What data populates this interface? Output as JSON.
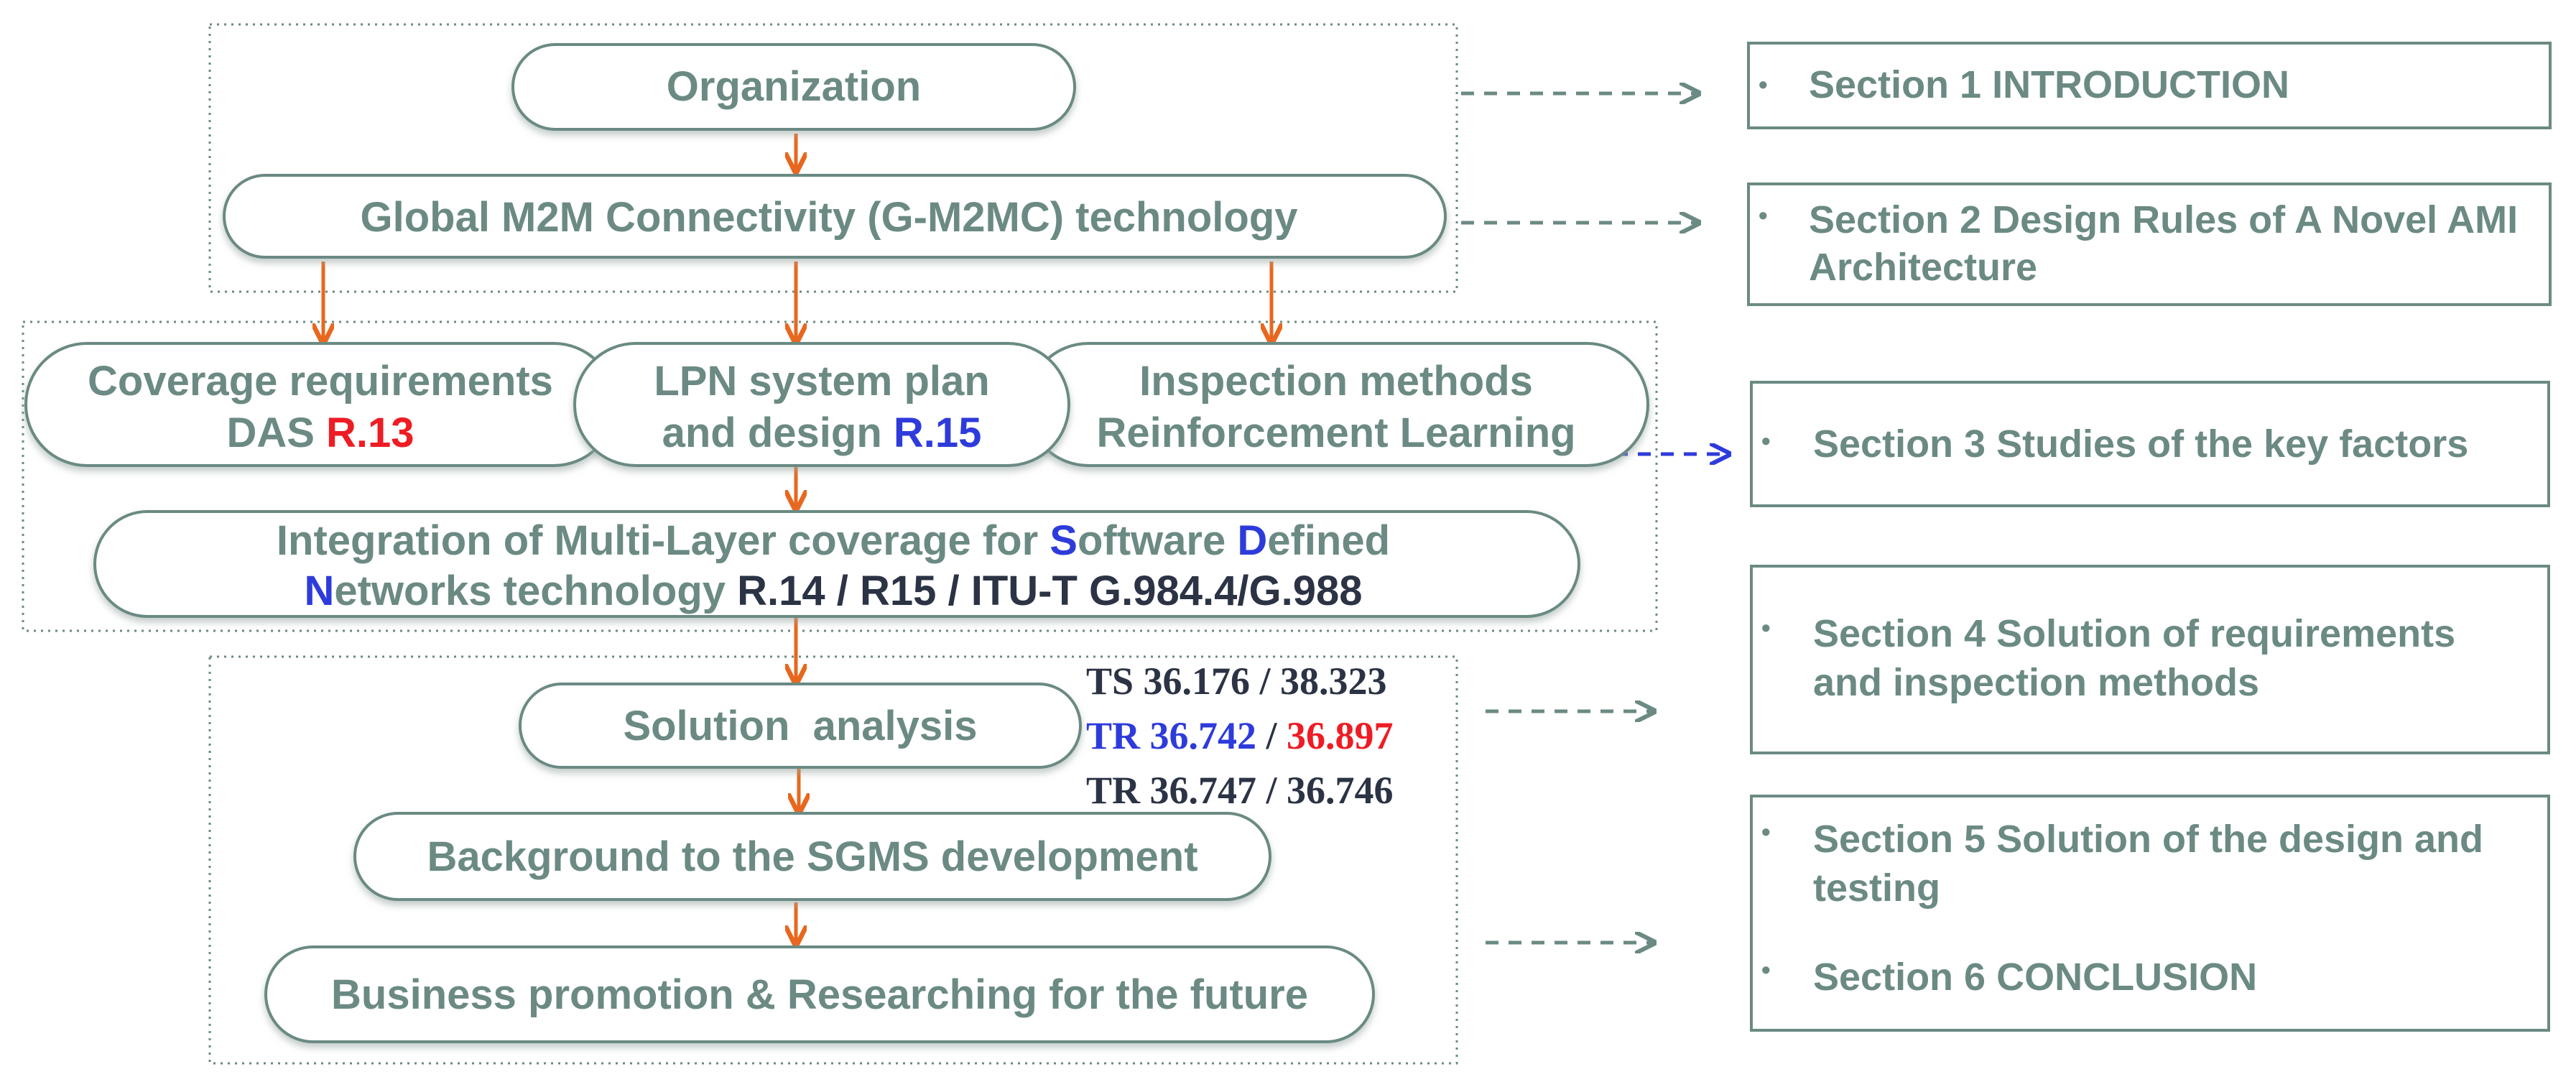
{
  "nodes": {
    "organization": "Organization",
    "g_m2mc": "Global M2M Connectivity (G-M2MC) technology",
    "coverage": {
      "line1": "Coverage requirements",
      "line2_prefix": "DAS ",
      "line2_ref": "R.13"
    },
    "lpn": {
      "line1": "LPN system plan",
      "line2_prefix": "and design ",
      "line2_ref": "R.15"
    },
    "inspection": {
      "line1": "Inspection methods",
      "line2": "Reinforcement Learning"
    },
    "integration": {
      "l1_a": "Integration of Multi-Layer coverage for ",
      "l1_s": "S",
      "l1_b": "oftware ",
      "l1_d": "D",
      "l1_c": "efined",
      "l2_n": "N",
      "l2_a": "etworks technology ",
      "l2_refs": "R.14 / R15 / ITU-T G.984.4/G.988"
    },
    "solution": "Solution  analysis",
    "background": "Background to the SGMS development",
    "business": "Business promotion & Researching for the future"
  },
  "standards": {
    "line1": "TS 36.176 / 38.323",
    "line2_a": "TR 36.742",
    "line2_sep": " / ",
    "line2_b": "36.897",
    "line3": "TR 36.747 / 36.746"
  },
  "sections": {
    "s1": "Section 1 INTRODUCTION",
    "s2_l1": "Section 2 Design Rules of A Novel AMI",
    "s2_l2": "Architecture",
    "s3": "Section 3 Studies of the key factors",
    "s4_l1": "Section 4 Solution of requirements",
    "s4_l2": "and inspection methods",
    "s5_l1": "Section 5 Solution of the design and",
    "s5_l2": "testing",
    "s6": "Section 6 CONCLUSION"
  },
  "bullet": "•",
  "colors": {
    "teal_gray": "#6b8a83",
    "arrow_orange": "#e8671e",
    "ref_red": "#ee1c24",
    "ref_blue": "#2e3bdb",
    "text_dark": "#2b3345"
  }
}
